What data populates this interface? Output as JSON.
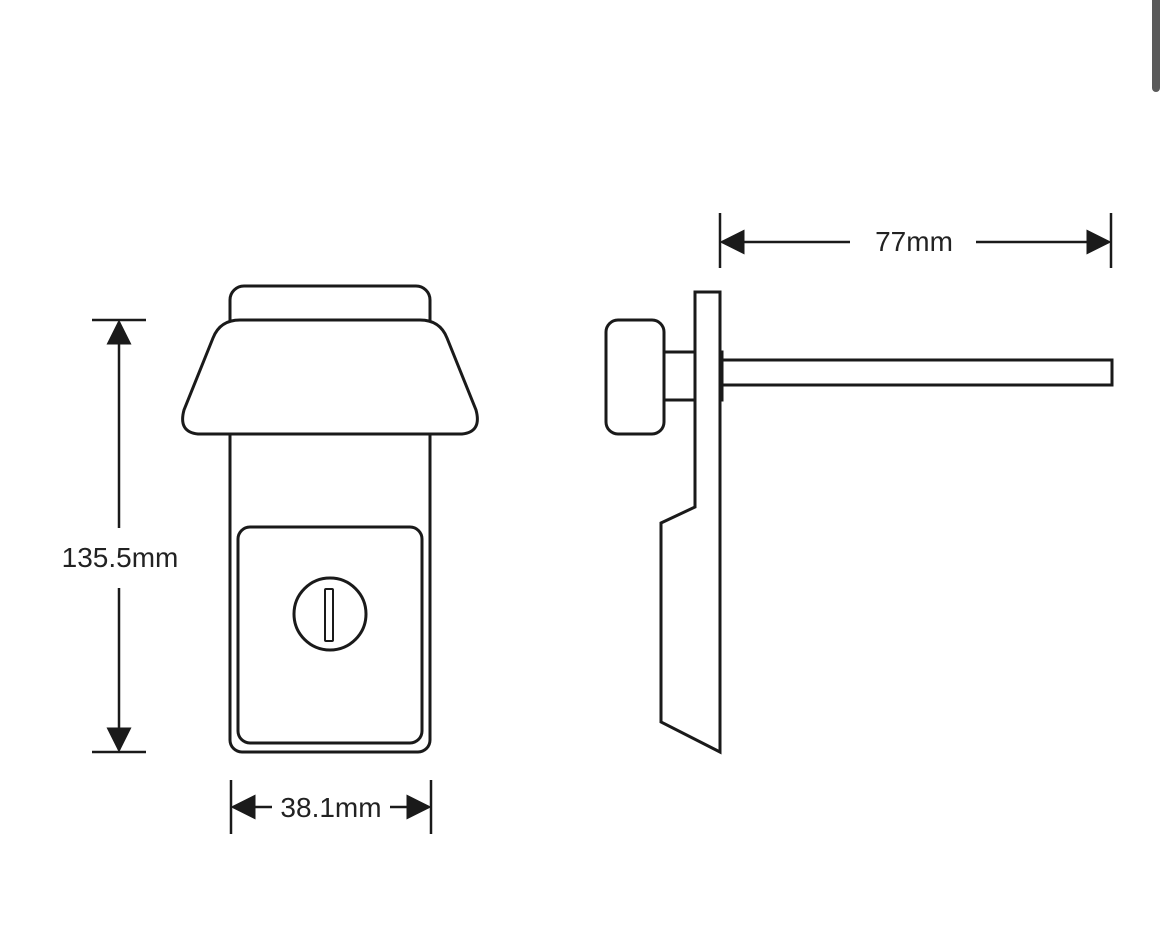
{
  "dimensions": {
    "height_label": "135.5mm",
    "width_label": "38.1mm",
    "depth_label": "77mm"
  }
}
